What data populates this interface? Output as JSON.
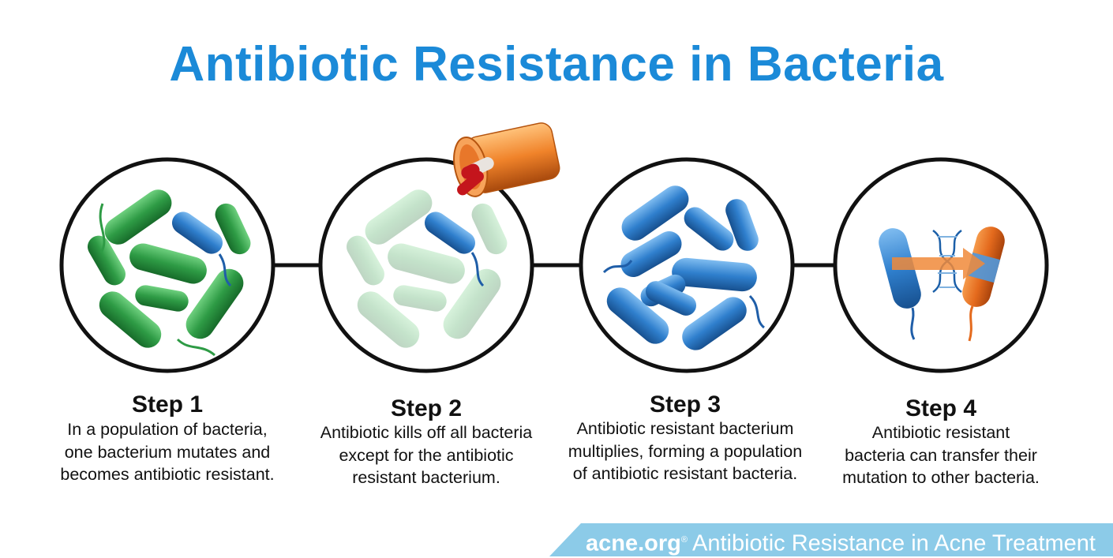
{
  "title": "Antibiotic Resistance in Bacteria",
  "colors": {
    "title": "#1b8ad8",
    "circle_stroke": "#111111",
    "green_bacteria": "#2e9b45",
    "blue_bacteria": "#2f7fcd",
    "orange_bacteria": "#e46a1d",
    "pill_bottle": "#f0832a",
    "capsule": "#c4151c",
    "footer_band": "#8ccbe8"
  },
  "steps": [
    {
      "title": "Step 1",
      "lines": [
        "In a population of bacteria,",
        "one bacterium mutates and",
        "becomes antibiotic resistant."
      ]
    },
    {
      "title": "Step 2",
      "lines": [
        "Antibiotic kills off all bacteria",
        "except for the antibiotic",
        "resistant bacterium."
      ]
    },
    {
      "title": "Step 3",
      "lines": [
        "Antibiotic resistant bacterium",
        "multiplies, forming a population",
        "of antibiotic resistant bacteria."
      ]
    },
    {
      "title": "Step 4",
      "lines": [
        "Antibiotic resistant",
        "bacteria can transfer their",
        "mutation to other bacteria."
      ]
    }
  ],
  "icons": [
    "pill-bottle-icon",
    "dna-icon",
    "transfer-arrow-icon"
  ],
  "footer": {
    "brand": "acne.org",
    "registered": "®",
    "caption": "Antibiotic Resistance in Acne Treatment"
  }
}
